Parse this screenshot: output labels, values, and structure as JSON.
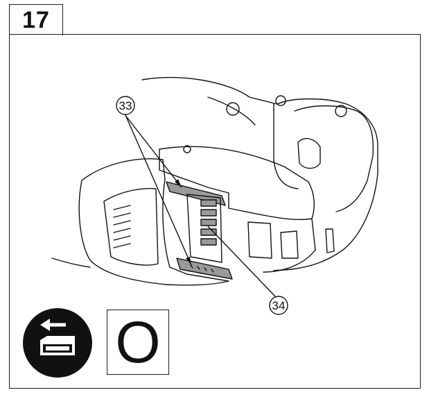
{
  "step": {
    "number": "17"
  },
  "callouts": [
    {
      "id": "33",
      "label": "33"
    },
    {
      "id": "34",
      "label": "34"
    }
  ],
  "icons": {
    "battery_remove": "battery-remove-icon"
  },
  "mode_badge": {
    "letter": "O"
  },
  "colors": {
    "line": "#111111",
    "shade": "#9a9a9a",
    "light_shade": "#c8c8c8"
  }
}
